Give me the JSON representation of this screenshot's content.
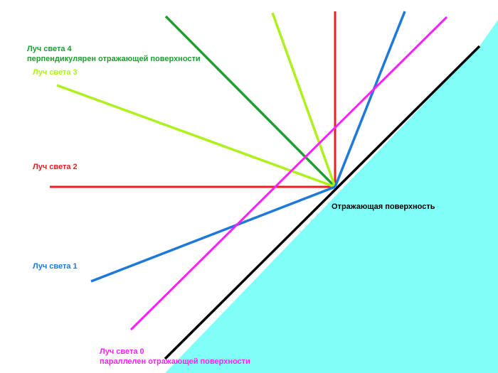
{
  "colors": {
    "surface_fill": "#80FFF9",
    "surface_edge": "#000000",
    "ray0": "#FF1EFF",
    "ray1": "#1F78DC",
    "ray2": "#E5201E",
    "ray3": "#ADF01E",
    "ray4": "#1E9E2E",
    "surface_label": "#000000"
  },
  "labels": {
    "surface": "Отражающая поверхность",
    "ray0_line1": "Луч света 0",
    "ray0_line2": "параллелен отражающей поверхности",
    "ray1": "Луч света 1",
    "ray2": "Луч света 2",
    "ray3": "Луч света 3",
    "ray4_line1": "Луч света 4",
    "ray4_line2": "перпендикулярен отражающей поверхности"
  }
}
